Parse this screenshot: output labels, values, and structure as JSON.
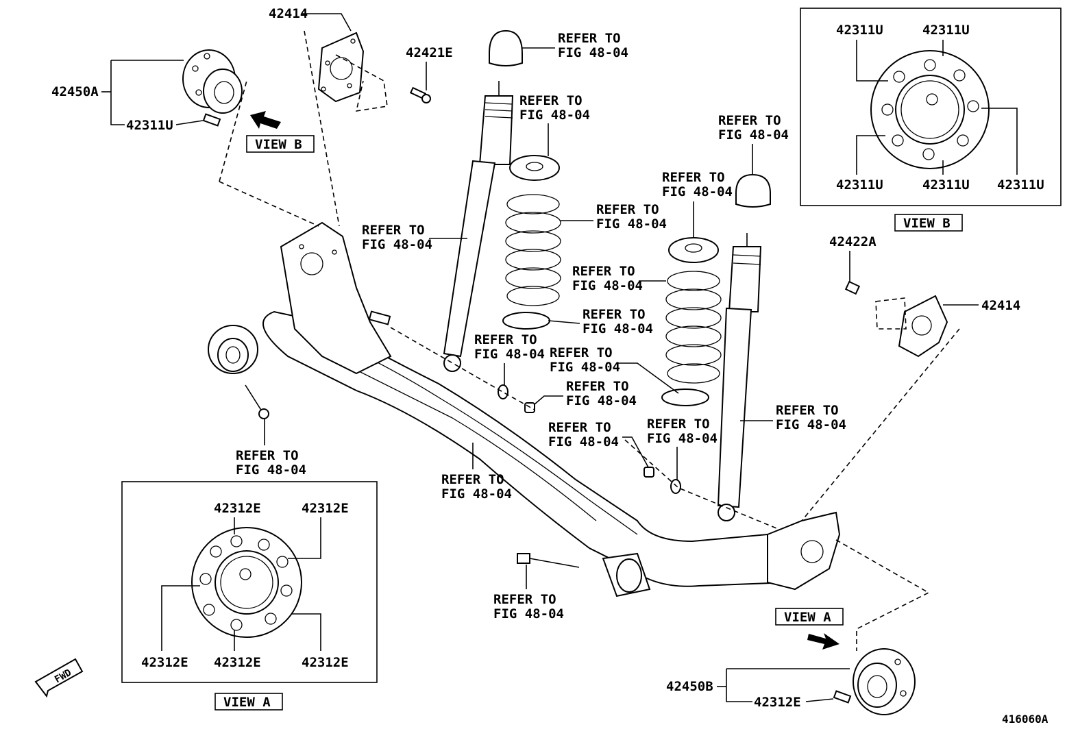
{
  "diagram": {
    "labels": {
      "p42414_top": "42414",
      "p42421e": "42421E",
      "p42450a": "42450A",
      "p42311u_left": "42311U",
      "p42422a": "42422A",
      "p42414_right": "42414",
      "p42450b": "42450B",
      "p42312e_bottom": "42312E",
      "diagram_id": "416060A",
      "fwd": "FWD"
    },
    "view_b": {
      "title": "VIEW B",
      "parts": [
        "42311U",
        "42311U",
        "42311U",
        "42311U",
        "42311U"
      ]
    },
    "view_a": {
      "title": "VIEW A",
      "parts": [
        "42312E",
        "42312E",
        "42312E",
        "42312E",
        "42312E"
      ]
    },
    "view_b_tag": "VIEW B",
    "view_a_tag": "VIEW A",
    "refer_line1": "REFER TO",
    "refer_line2": "FIG 48-04"
  }
}
